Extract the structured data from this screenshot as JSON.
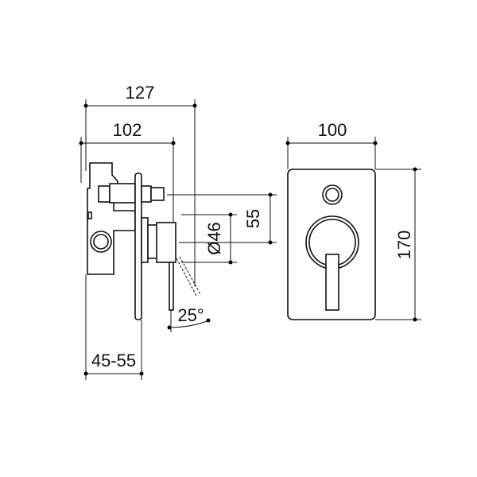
{
  "dimensions": {
    "overall_depth": "127",
    "body_depth": "102",
    "plate_width": "100",
    "plate_height": "170",
    "outlet_spacing": "55",
    "handle_diameter": "Ø46",
    "lever_angle": "25°",
    "wall_cavity": "45-55"
  }
}
